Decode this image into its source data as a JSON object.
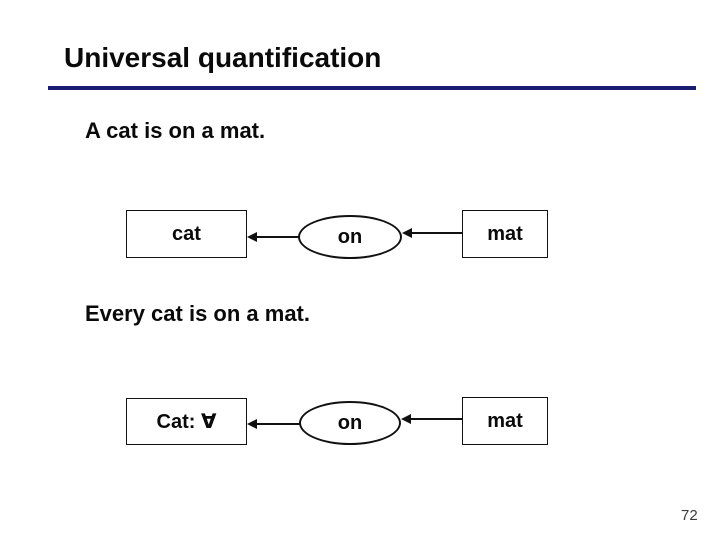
{
  "slide": {
    "title": "Universal quantification",
    "page_number": "72",
    "accent_color": "#171d6f",
    "text_color": "#0a0a0a",
    "background_color": "#ffffff"
  },
  "sections": [
    {
      "heading": "A cat is on a mat.",
      "diagram": {
        "subject": "cat",
        "relation": "on",
        "object": "mat"
      }
    },
    {
      "heading": "Every cat is on a mat.",
      "diagram": {
        "subject": "Cat: ∀",
        "relation": "on",
        "object": "mat"
      }
    }
  ]
}
